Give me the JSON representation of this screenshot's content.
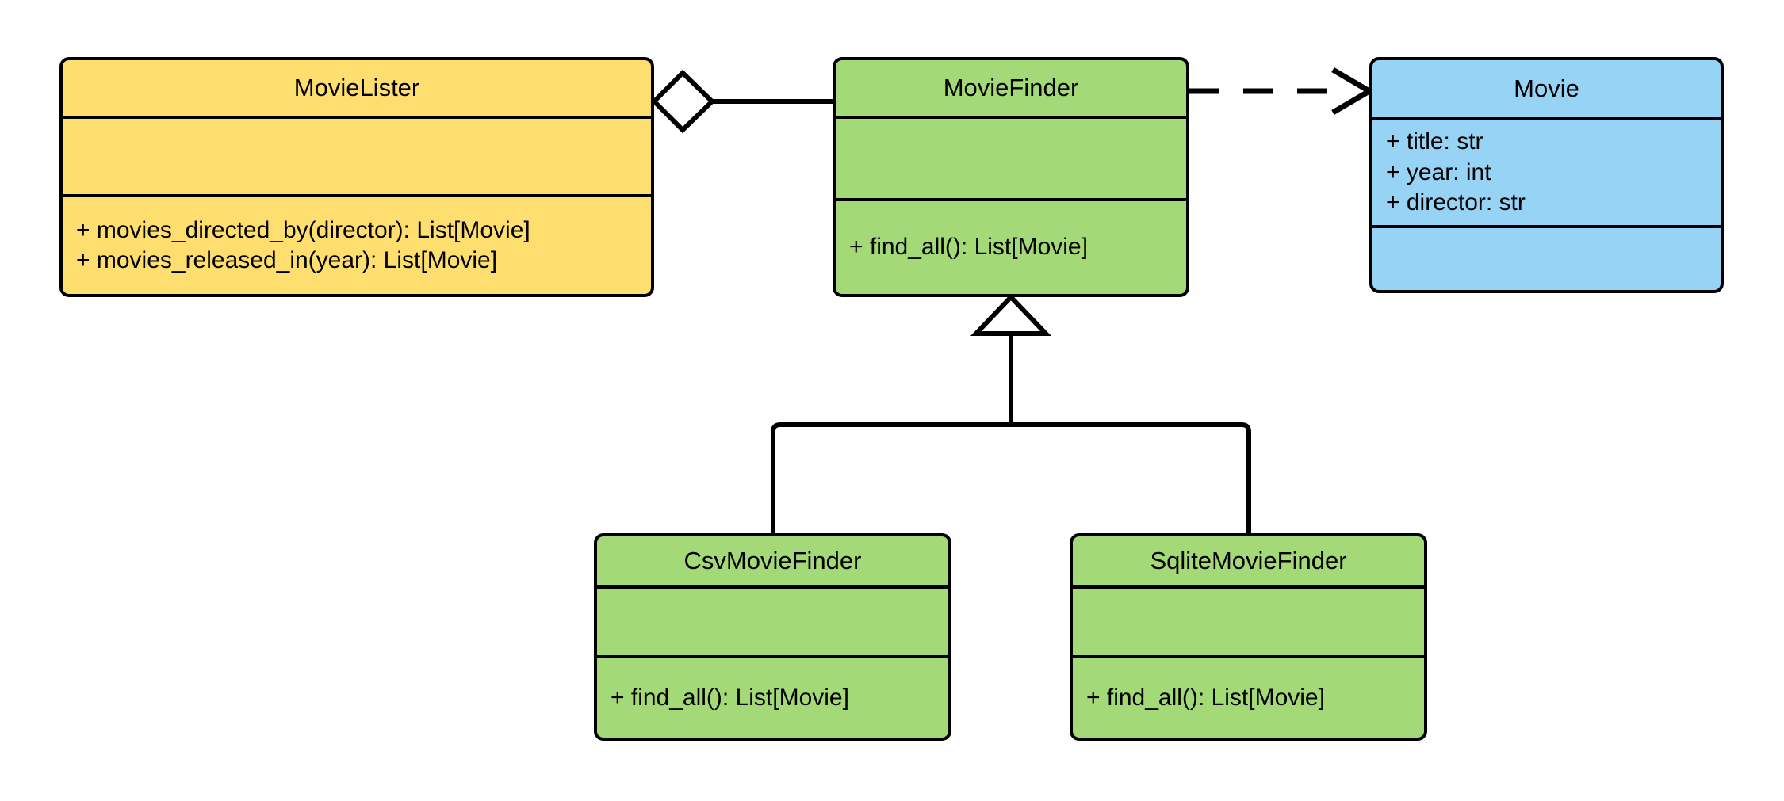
{
  "diagram": {
    "kind": "uml-class-diagram",
    "background": "#ffffff",
    "line_color": "#000000",
    "colors": {
      "yellow": "#FFDE70",
      "green": "#A3D977",
      "blue": "#96D3F5",
      "stroke": "#000000"
    }
  },
  "classes": {
    "movielister": {
      "name": "MovieLister",
      "fill": "#FFDE70",
      "attributes": [],
      "methods": [
        "+ movies_directed_by(director): List[Movie]",
        "+ movies_released_in(year): List[Movie]"
      ]
    },
    "moviefinder": {
      "name": "MovieFinder",
      "fill": "#A3D977",
      "attributes": [],
      "methods": [
        "+ find_all(): List[Movie]"
      ]
    },
    "movie": {
      "name": "Movie",
      "fill": "#96D3F5",
      "attributes": [
        "+ title: str",
        "+ year: int",
        "+ director: str"
      ],
      "methods": []
    },
    "csvmoviefinder": {
      "name": "CsvMovieFinder",
      "fill": "#A3D977",
      "attributes": [],
      "methods": [
        "+ find_all(): List[Movie]"
      ]
    },
    "sqlitemoviefinder": {
      "name": "SqliteMovieFinder",
      "fill": "#A3D977",
      "attributes": [],
      "methods": [
        "+ find_all(): List[Movie]"
      ]
    }
  },
  "relationships": [
    {
      "id": "aggregation-movielister-moviefinder",
      "type": "aggregation",
      "from": "MovieLister",
      "to": "MovieFinder",
      "marker": "hollow-diamond",
      "line": "solid"
    },
    {
      "id": "dependency-moviefinder-movie",
      "type": "dependency",
      "from": "MovieFinder",
      "to": "Movie",
      "marker": "open-arrow",
      "line": "dashed"
    },
    {
      "id": "inheritance-csvmoviefinder-moviefinder",
      "type": "inheritance",
      "from": "CsvMovieFinder",
      "to": "MovieFinder",
      "marker": "hollow-triangle",
      "line": "solid"
    },
    {
      "id": "inheritance-sqlitemoviefinder-moviefinder",
      "type": "inheritance",
      "from": "SqliteMovieFinder",
      "to": "MovieFinder",
      "marker": "hollow-triangle",
      "line": "solid"
    }
  ]
}
